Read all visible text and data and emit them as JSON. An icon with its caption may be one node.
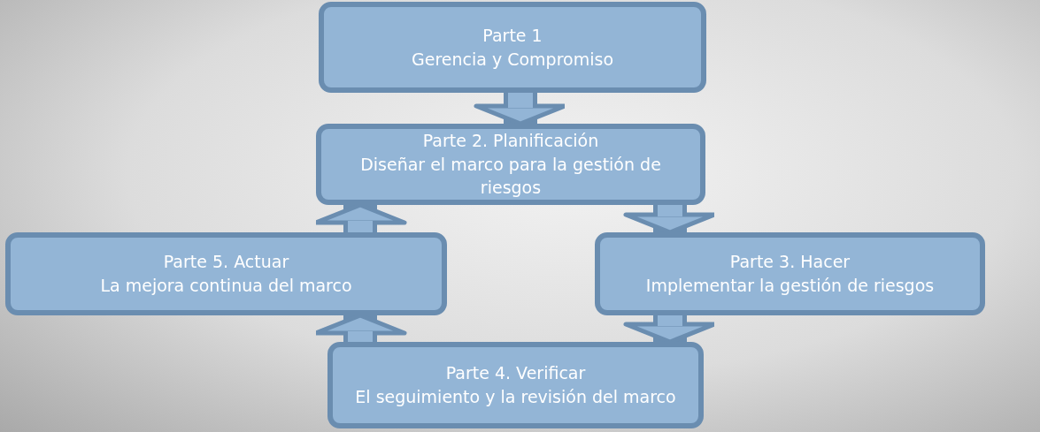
{
  "diagram": {
    "nodes": [
      {
        "text": [
          "Parte 1",
          "Gerencia y Compromiso"
        ]
      },
      {
        "text": [
          "Parte 2.  Planificación",
          "Diseñar el marco para la gestión de riesgos"
        ]
      },
      {
        "text": [
          "Parte 5.  Actuar",
          "La mejora continua del marco"
        ]
      },
      {
        "text": [
          "Parte 3.  Hacer",
          "Implementar la gestión de riesgos"
        ]
      },
      {
        "text": [
          "Parte 4.  Verificar",
          "El seguimiento y la revisión del marco"
        ]
      }
    ],
    "edges": [
      {
        "from": 0,
        "to": 1,
        "arrow": "to"
      },
      {
        "from": 1,
        "to": 3,
        "arrow": "to"
      },
      {
        "from": 3,
        "to": 4,
        "arrow": "to"
      },
      {
        "from": 4,
        "to": 2,
        "arrow": "to"
      },
      {
        "from": 2,
        "to": 1,
        "arrow": "to"
      }
    ]
  }
}
